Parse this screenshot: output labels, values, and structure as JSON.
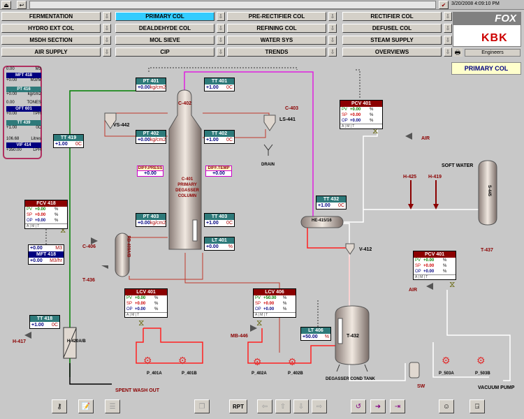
{
  "header": {
    "datetime": "3/20/2008 4:09:10 PM",
    "user": "Engineers",
    "screen_title": "PRIMARY COL",
    "logo_top": "FOX",
    "logo_bottom": "KBK"
  },
  "nav": {
    "rows": [
      [
        "FERMENTATION",
        "PRIMARY COL",
        "PRE-RECTIFIER COL",
        "RECTIFIER COL"
      ],
      [
        "HYDRO EXT COL",
        "DEALDEHYDE COL",
        "REFINING COL",
        "DEFUSEL COL"
      ],
      [
        "MSDH SECTION",
        "MOL SIEVE",
        "WATER SYS",
        "STEAM SUPPLY"
      ],
      [
        "AIR SUPPLY",
        "CIP",
        "TRENDS",
        "OVERVIEWS"
      ]
    ],
    "active": "PRIMARY COL"
  },
  "left_panel": {
    "top_value": "0.00",
    "top_unit": "M3",
    "mft418": "MFT 418",
    "mft418_val": "+0.00",
    "mft418_unit": "M3/hr",
    "pt416": "PT 416",
    "pt416_val": "+0.00",
    "pt416_unit": "kg/cm2",
    "tones_val": "0.00",
    "tones_unit": "TONES",
    "oft601": "OFT 601",
    "oft601_val": "+0.00",
    "oft601_unit": "TPH",
    "tt439": "TT 439",
    "tt439_val": "+1.00",
    "tt439_unit": "0C",
    "litres_val": "106.68",
    "litres_unit": "Litres",
    "vif414": "VIF 414",
    "vif414_val": "+350.00",
    "vif414_unit": "LPH"
  },
  "tags": {
    "pt401": {
      "name": "PT 401",
      "value": "+0.00",
      "unit": "kg/cm2"
    },
    "tt401": {
      "name": "TT 401",
      "value": "+1.00",
      "unit": "0C"
    },
    "pt402": {
      "name": "PT 402",
      "value": "+0.00",
      "unit": "kg/cm2"
    },
    "tt402": {
      "name": "TT 402",
      "value": "+1.00",
      "unit": "0C"
    },
    "pt403": {
      "name": "PT 403",
      "value": "+0.00",
      "unit": "kg/cm2"
    },
    "tt403": {
      "name": "TT 403",
      "value": "+1.00",
      "unit": "0C"
    },
    "lt401": {
      "name": "LT 401",
      "value": "+0.00",
      "unit": "%"
    },
    "tt419": {
      "name": "TT 419",
      "value": "+1.00",
      "unit": "0C"
    },
    "tt418": {
      "name": "TT 418",
      "value": "+1.00",
      "unit": "0C"
    },
    "tt432": {
      "name": "TT 432",
      "value": "+1.00",
      "unit": "0C"
    },
    "lt406": {
      "name": "LT 406",
      "value": "+50.00",
      "unit": "%"
    },
    "mft418": {
      "name": "MFT 418",
      "value": "+0.00",
      "unit": "M3/hr",
      "total": "+0.00",
      "total_unit": "M3"
    }
  },
  "diff": {
    "press_label": "DIFF.PRESS",
    "press_value": "+0.00",
    "temp_label": "DIFF.TEMP",
    "temp_value": "+0.00"
  },
  "controllers": {
    "fcv418": {
      "name": "FCV 418",
      "pv": "+0.00",
      "sp": "+0.00",
      "op": "+0.00"
    },
    "lcv401": {
      "name": "LCV 401",
      "pv": "+0.00",
      "sp": "+0.00",
      "op": "+0.00"
    },
    "lcv406": {
      "name": "LCV 406",
      "pv": "+50.00",
      "sp": "+0.00",
      "op": "+0.00"
    },
    "pcv401a": {
      "name": "PCV 401",
      "pv": "+0.00",
      "sp": "+0.00",
      "op": "+0.00"
    },
    "pcv401b": {
      "name": "PCV 401",
      "pv": "+0.00",
      "sp": "+0.00",
      "op": "+0.00"
    },
    "row_labels": {
      "pv": "PV",
      "sp": "SP",
      "op": "OP"
    },
    "pct": "%",
    "footer": "A  |  M  |  T"
  },
  "equipment": {
    "c402": "C-402",
    "c401_title": "C-401",
    "c401_sub1": "PRIMARY",
    "c401_sub2": "DEGASSER",
    "c401_sub3": "COLUMN",
    "vs442": "VS-442",
    "ls441": "LS-441",
    "c403": "C-403",
    "drain": "DRAIN",
    "c406": "C-406",
    "rb409": "RB-409A/B",
    "t436": "T-436",
    "h417": "H-417",
    "h420": "H-420A/B",
    "spent": "SPENT WASH OUT",
    "p401a": "P_401A",
    "p401b": "P_401B",
    "mb446": "MB-446",
    "p402a": "P_402A",
    "p402b": "P_402B",
    "he415": "HE-415/16",
    "v412": "V-412",
    "t432": "T-432",
    "degasser": "DEGASSER COND TANK",
    "air1": "AIR",
    "air2": "AIR",
    "soft_water": "SOFT WATER",
    "s445": "S-445",
    "h425": "H-425",
    "h419": "H-419",
    "t437": "T-437",
    "sw": "SW",
    "p503a": "P_503A",
    "p503b": "P_503B",
    "vacuum": "VACUUM PUMP"
  },
  "toolbar": {
    "rpt": "RPT"
  }
}
